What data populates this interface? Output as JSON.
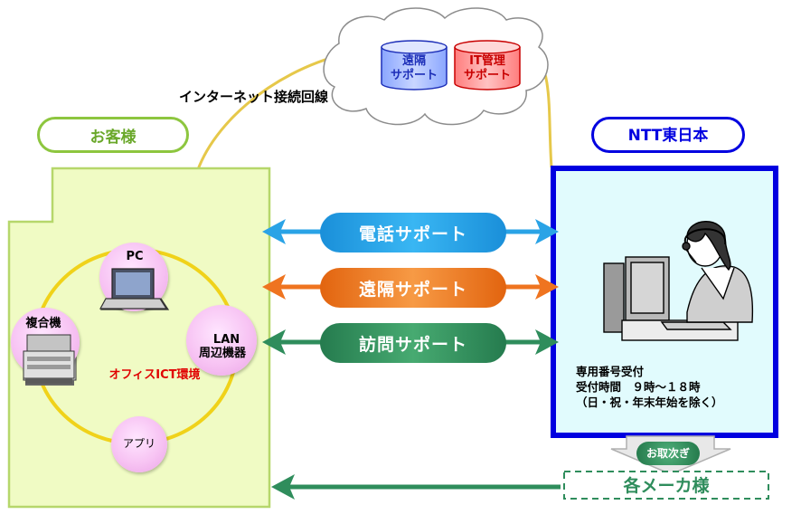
{
  "internet_line_label": "インターネット接続回線",
  "cloud": {
    "remote_db": "遠隔\nサポート",
    "it_db": "IT管理\nサポート"
  },
  "customer": {
    "title": "お客様",
    "pc": "PC",
    "mfp": "複合機",
    "lan": "LAN\n周辺機器",
    "app": "アプリ",
    "office_env": "オフィスICT環境"
  },
  "ntt": {
    "title": "NTT東日本",
    "hours_line1": "専用番号受付",
    "hours_line2": "受付時間　９時～１８時",
    "hours_line3": "（日・祝・年末年始を除く）"
  },
  "support_phone": "電話サポート",
  "support_remote": "遠隔サポート",
  "support_visit": "訪問サポート",
  "handoff_label": "お取次ぎ",
  "makers_label": "各メーカ様",
  "colors": {
    "phone": "#1fa0e6",
    "remote": "#ef7420",
    "visit": "#2f8d5c",
    "customer_green": "#8dc63f",
    "ntt_blue": "#0000e0"
  }
}
